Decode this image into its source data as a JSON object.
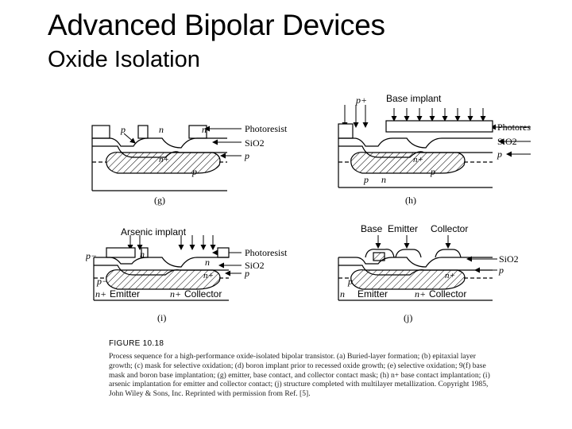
{
  "slide": {
    "title": "Advanced Bipolar Devices",
    "subtitle": "Oxide Isolation"
  },
  "figure": {
    "panels": {
      "g": {
        "label": "(g)",
        "photoresist": "Photoresist",
        "sio2": "SiO2",
        "p": "p",
        "region_p": "p",
        "region_n": "n",
        "region_n2": "n",
        "nplus": "n+",
        "substrate_p": "p"
      },
      "h": {
        "label": "(h)",
        "pplus": "p+",
        "implant": "Base implant",
        "photoresist": "Photores",
        "sio2": "SiO2",
        "p": "p",
        "nplus": "n+",
        "region_p": "p",
        "region_n": "n",
        "substrate_p": "p"
      },
      "i": {
        "label": "(i)",
        "implant": "Arsenic implant",
        "photoresist": "Photoresist",
        "sio2": "SiO2",
        "p": "p",
        "pminus_top": "p−",
        "pminus": "p−",
        "nplus_emitter": "n+",
        "emitter": "Emitter",
        "nplus_collector": "n+",
        "collector": "Collector",
        "region_n": "n",
        "region_n2": "n",
        "nplus_mid": "n+"
      },
      "j": {
        "label": "(j)",
        "base": "Base",
        "emitter_top": "Emitter",
        "collector_top": "Collector",
        "sio2": "SiO2",
        "p": "p",
        "region_p": "p",
        "region_n": "n",
        "emitter": "Emitter",
        "nplus_collector": "n+",
        "collector": "Collector",
        "nplus": "n+"
      }
    },
    "number": "FIGURE 10.18",
    "caption": "Process sequence for a high-performance oxide-isolated bipolar transistor. (a) Buried-layer formation; (b) epitaxial layer growth; (c) mask for selective oxidation; (d) boron implant prior to recessed oxide growth; (e) selective oxidation; 9(f) base mask and boron base implantation; (g) emitter, base contact, and collector contact mask; (h) n+ base contact implantation; (i) arsenic implantation for emitter and collector contact; (j) structure completed with multilayer metallization. Copyright 1985, John Wiley & Sons, Inc. Reprinted with permission from Ref. [5]."
  }
}
